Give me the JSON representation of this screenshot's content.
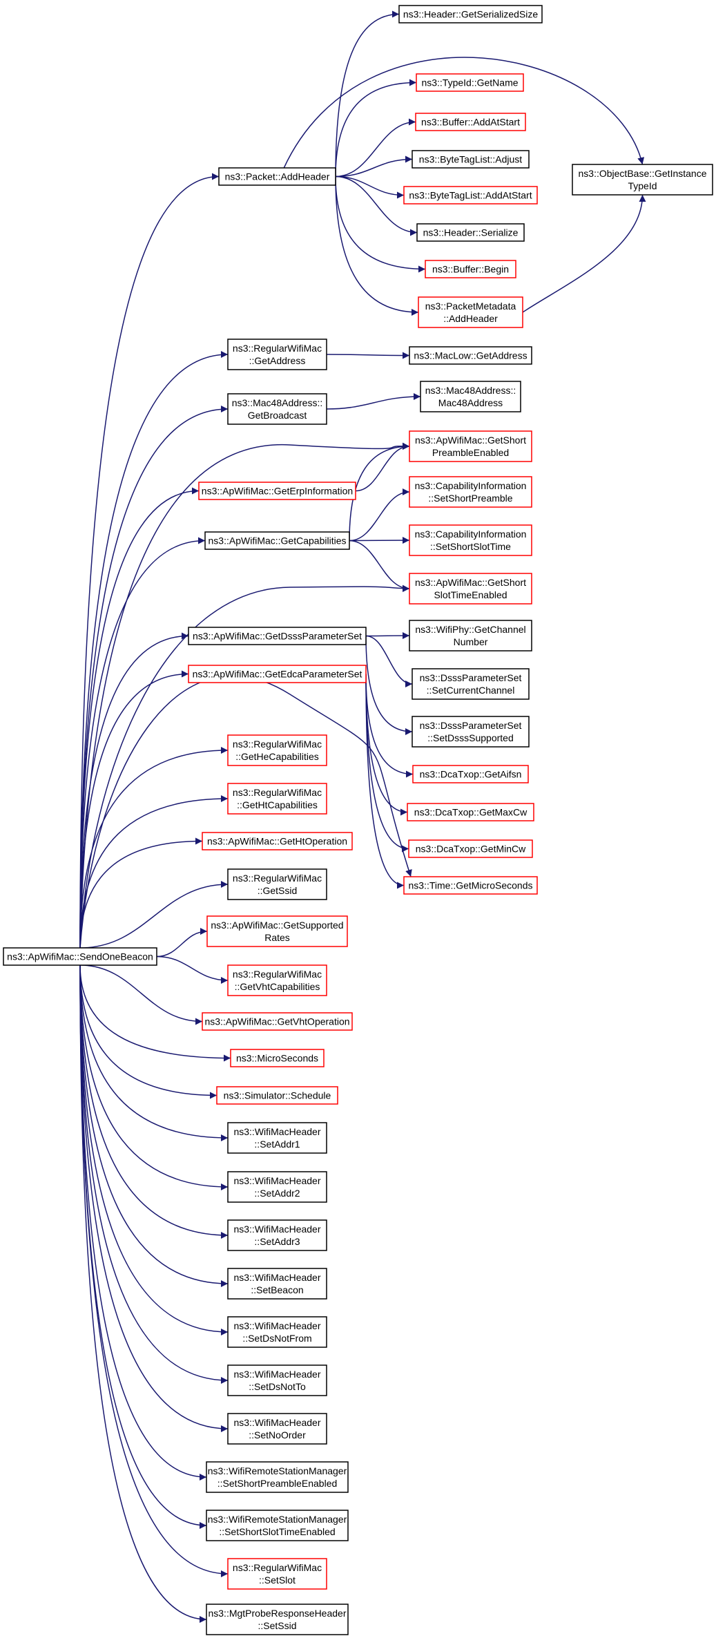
{
  "colors": {
    "edge": "#191970",
    "border_normal": "#000000",
    "border_red": "#ff0000",
    "root_fill": "#bfbfbf"
  },
  "nodes": [
    {
      "id": "send-one-beacon",
      "lines": [
        "ns3::ApWifiMac::SendOneBeacon"
      ],
      "root": true
    },
    {
      "id": "packet-add-header",
      "lines": [
        "ns3::Packet::AddHeader"
      ]
    },
    {
      "id": "header-get-serialized-size",
      "lines": [
        "ns3::Header::GetSerializedSize"
      ]
    },
    {
      "id": "typeid-get-name",
      "lines": [
        "ns3::TypeId::GetName"
      ],
      "red": true
    },
    {
      "id": "buffer-add-at-start",
      "lines": [
        "ns3::Buffer::AddAtStart"
      ],
      "red": true
    },
    {
      "id": "bytetaglist-adjust",
      "lines": [
        "ns3::ByteTagList::Adjust"
      ]
    },
    {
      "id": "bytetaglist-add-at-start",
      "lines": [
        "ns3::ByteTagList::AddAtStart"
      ],
      "red": true
    },
    {
      "id": "header-serialize",
      "lines": [
        "ns3::Header::Serialize"
      ]
    },
    {
      "id": "buffer-begin",
      "lines": [
        "ns3::Buffer::Begin"
      ],
      "red": true
    },
    {
      "id": "packetmetadata-add-header",
      "lines": [
        "ns3::PacketMetadata",
        "::AddHeader"
      ],
      "red": true
    },
    {
      "id": "objectbase-get-instance-typeid",
      "lines": [
        "ns3::ObjectBase::GetInstance",
        "TypeId"
      ]
    },
    {
      "id": "regularwifimac-get-address",
      "lines": [
        "ns3::RegularWifiMac",
        "::GetAddress"
      ]
    },
    {
      "id": "maclow-get-address",
      "lines": [
        "ns3::MacLow::GetAddress"
      ]
    },
    {
      "id": "mac48address-get-broadcast",
      "lines": [
        "ns3::Mac48Address::",
        "GetBroadcast"
      ]
    },
    {
      "id": "mac48address-ctor",
      "lines": [
        "ns3::Mac48Address::",
        "Mac48Address"
      ]
    },
    {
      "id": "apwifimac-get-short-preamble-enabled",
      "lines": [
        "ns3::ApWifiMac::GetShort",
        "PreambleEnabled"
      ],
      "red": true
    },
    {
      "id": "apwifimac-get-erp-information",
      "lines": [
        "ns3::ApWifiMac::GetErpInformation"
      ],
      "red": true
    },
    {
      "id": "capabilityinformation-set-short-preamble",
      "lines": [
        "ns3::CapabilityInformation",
        "::SetShortPreamble"
      ],
      "red": true
    },
    {
      "id": "apwifimac-get-capabilities",
      "lines": [
        "ns3::ApWifiMac::GetCapabilities"
      ]
    },
    {
      "id": "capabilityinformation-set-short-slot-time",
      "lines": [
        "ns3::CapabilityInformation",
        "::SetShortSlotTime"
      ],
      "red": true
    },
    {
      "id": "apwifimac-get-short-slot-time-enabled",
      "lines": [
        "ns3::ApWifiMac::GetShort",
        "SlotTimeEnabled"
      ],
      "red": true
    },
    {
      "id": "apwifimac-get-dsss-parameter-set",
      "lines": [
        "ns3::ApWifiMac::GetDsssParameterSet"
      ]
    },
    {
      "id": "wifiphy-get-channel-number",
      "lines": [
        "ns3::WifiPhy::GetChannel",
        "Number"
      ]
    },
    {
      "id": "apwifimac-get-edca-parameter-set",
      "lines": [
        "ns3::ApWifiMac::GetEdcaParameterSet"
      ],
      "red": true
    },
    {
      "id": "dsssparameterset-set-current-channel",
      "lines": [
        "ns3::DsssParameterSet",
        "::SetCurrentChannel"
      ]
    },
    {
      "id": "dsssparameterset-set-dsss-supported",
      "lines": [
        "ns3::DsssParameterSet",
        "::SetDsssSupported"
      ]
    },
    {
      "id": "dcatxop-get-aifsn",
      "lines": [
        "ns3::DcaTxop::GetAifsn"
      ],
      "red": true
    },
    {
      "id": "regularwifimac-get-he-capabilities",
      "lines": [
        "ns3::RegularWifiMac",
        "::GetHeCapabilities"
      ],
      "red": true
    },
    {
      "id": "dcatxop-get-max-cw",
      "lines": [
        "ns3::DcaTxop::GetMaxCw"
      ],
      "red": true
    },
    {
      "id": "regularwifimac-get-ht-capabilities",
      "lines": [
        "ns3::RegularWifiMac",
        "::GetHtCapabilities"
      ],
      "red": true
    },
    {
      "id": "dcatxop-get-min-cw",
      "lines": [
        "ns3::DcaTxop::GetMinCw"
      ],
      "red": true
    },
    {
      "id": "apwifimac-get-ht-operation",
      "lines": [
        "ns3::ApWifiMac::GetHtOperation"
      ],
      "red": true
    },
    {
      "id": "time-get-micro-seconds",
      "lines": [
        "ns3::Time::GetMicroSeconds"
      ],
      "red": true
    },
    {
      "id": "regularwifimac-get-ssid",
      "lines": [
        "ns3::RegularWifiMac",
        "::GetSsid"
      ]
    },
    {
      "id": "apwifimac-get-supported-rates",
      "lines": [
        "ns3::ApWifiMac::GetSupported",
        "Rates"
      ],
      "red": true
    },
    {
      "id": "regularwifimac-get-vht-capabilities",
      "lines": [
        "ns3::RegularWifiMac",
        "::GetVhtCapabilities"
      ],
      "red": true
    },
    {
      "id": "apwifimac-get-vht-operation",
      "lines": [
        "ns3::ApWifiMac::GetVhtOperation"
      ],
      "red": true
    },
    {
      "id": "micro-seconds",
      "lines": [
        "ns3::MicroSeconds"
      ],
      "red": true
    },
    {
      "id": "simulator-schedule",
      "lines": [
        "ns3::Simulator::Schedule"
      ],
      "red": true
    },
    {
      "id": "wifimacheader-set-addr1",
      "lines": [
        "ns3::WifiMacHeader",
        "::SetAddr1"
      ]
    },
    {
      "id": "wifimacheader-set-addr2",
      "lines": [
        "ns3::WifiMacHeader",
        "::SetAddr2"
      ]
    },
    {
      "id": "wifimacheader-set-addr3",
      "lines": [
        "ns3::WifiMacHeader",
        "::SetAddr3"
      ]
    },
    {
      "id": "wifimacheader-set-beacon",
      "lines": [
        "ns3::WifiMacHeader",
        "::SetBeacon"
      ]
    },
    {
      "id": "wifimacheader-set-ds-not-from",
      "lines": [
        "ns3::WifiMacHeader",
        "::SetDsNotFrom"
      ]
    },
    {
      "id": "wifimacheader-set-ds-not-to",
      "lines": [
        "ns3::WifiMacHeader",
        "::SetDsNotTo"
      ]
    },
    {
      "id": "wifimacheader-set-no-order",
      "lines": [
        "ns3::WifiMacHeader",
        "::SetNoOrder"
      ]
    },
    {
      "id": "wifiremotestationmanager-set-short-preamble-enabled",
      "lines": [
        "ns3::WifiRemoteStationManager",
        "::SetShortPreambleEnabled"
      ]
    },
    {
      "id": "wifiremotestationmanager-set-short-slot-time-enabled",
      "lines": [
        "ns3::WifiRemoteStationManager",
        "::SetShortSlotTimeEnabled"
      ]
    },
    {
      "id": "regularwifimac-set-slot",
      "lines": [
        "ns3::RegularWifiMac",
        "::SetSlot"
      ],
      "red": true
    },
    {
      "id": "mgtproberesponseheader-set-ssid",
      "lines": [
        "ns3::MgtProbeResponseHeader",
        "::SetSsid"
      ]
    }
  ],
  "edges": [
    [
      "send-one-beacon",
      "packet-add-header"
    ],
    [
      "send-one-beacon",
      "regularwifimac-get-address"
    ],
    [
      "send-one-beacon",
      "mac48address-get-broadcast"
    ],
    [
      "send-one-beacon",
      "apwifimac-get-short-preamble-enabled"
    ],
    [
      "send-one-beacon",
      "apwifimac-get-erp-information"
    ],
    [
      "send-one-beacon",
      "apwifimac-get-capabilities"
    ],
    [
      "send-one-beacon",
      "apwifimac-get-short-slot-time-enabled"
    ],
    [
      "send-one-beacon",
      "apwifimac-get-dsss-parameter-set"
    ],
    [
      "send-one-beacon",
      "apwifimac-get-edca-parameter-set"
    ],
    [
      "send-one-beacon",
      "time-get-micro-seconds"
    ],
    [
      "send-one-beacon",
      "regularwifimac-get-he-capabilities"
    ],
    [
      "send-one-beacon",
      "regularwifimac-get-ht-capabilities"
    ],
    [
      "send-one-beacon",
      "apwifimac-get-ht-operation"
    ],
    [
      "send-one-beacon",
      "regularwifimac-get-ssid"
    ],
    [
      "send-one-beacon",
      "apwifimac-get-supported-rates"
    ],
    [
      "send-one-beacon",
      "regularwifimac-get-vht-capabilities"
    ],
    [
      "send-one-beacon",
      "apwifimac-get-vht-operation"
    ],
    [
      "send-one-beacon",
      "micro-seconds"
    ],
    [
      "send-one-beacon",
      "simulator-schedule"
    ],
    [
      "send-one-beacon",
      "wifimacheader-set-addr1"
    ],
    [
      "send-one-beacon",
      "wifimacheader-set-addr2"
    ],
    [
      "send-one-beacon",
      "wifimacheader-set-addr3"
    ],
    [
      "send-one-beacon",
      "wifimacheader-set-beacon"
    ],
    [
      "send-one-beacon",
      "wifimacheader-set-ds-not-from"
    ],
    [
      "send-one-beacon",
      "wifimacheader-set-ds-not-to"
    ],
    [
      "send-one-beacon",
      "wifimacheader-set-no-order"
    ],
    [
      "send-one-beacon",
      "wifiremotestationmanager-set-short-preamble-enabled"
    ],
    [
      "send-one-beacon",
      "wifiremotestationmanager-set-short-slot-time-enabled"
    ],
    [
      "send-one-beacon",
      "regularwifimac-set-slot"
    ],
    [
      "send-one-beacon",
      "mgtproberesponseheader-set-ssid"
    ],
    [
      "packet-add-header",
      "header-get-serialized-size"
    ],
    [
      "packet-add-header",
      "objectbase-get-instance-typeid"
    ],
    [
      "packet-add-header",
      "typeid-get-name"
    ],
    [
      "packet-add-header",
      "buffer-add-at-start"
    ],
    [
      "packet-add-header",
      "bytetaglist-adjust"
    ],
    [
      "packet-add-header",
      "bytetaglist-add-at-start"
    ],
    [
      "packet-add-header",
      "header-serialize"
    ],
    [
      "packet-add-header",
      "buffer-begin"
    ],
    [
      "packet-add-header",
      "packetmetadata-add-header"
    ],
    [
      "packetmetadata-add-header",
      "objectbase-get-instance-typeid"
    ],
    [
      "regularwifimac-get-address",
      "maclow-get-address"
    ],
    [
      "mac48address-get-broadcast",
      "mac48address-ctor"
    ],
    [
      "apwifimac-get-erp-information",
      "apwifimac-get-short-preamble-enabled"
    ],
    [
      "apwifimac-get-capabilities",
      "apwifimac-get-short-preamble-enabled"
    ],
    [
      "apwifimac-get-capabilities",
      "capabilityinformation-set-short-preamble"
    ],
    [
      "apwifimac-get-capabilities",
      "capabilityinformation-set-short-slot-time"
    ],
    [
      "apwifimac-get-capabilities",
      "apwifimac-get-short-slot-time-enabled"
    ],
    [
      "apwifimac-get-dsss-parameter-set",
      "wifiphy-get-channel-number"
    ],
    [
      "apwifimac-get-dsss-parameter-set",
      "dsssparameterset-set-current-channel"
    ],
    [
      "apwifimac-get-dsss-parameter-set",
      "dsssparameterset-set-dsss-supported"
    ],
    [
      "apwifimac-get-edca-parameter-set",
      "dcatxop-get-aifsn"
    ],
    [
      "apwifimac-get-edca-parameter-set",
      "dcatxop-get-max-cw"
    ],
    [
      "apwifimac-get-edca-parameter-set",
      "dcatxop-get-min-cw"
    ],
    [
      "apwifimac-get-edca-parameter-set",
      "time-get-micro-seconds"
    ]
  ]
}
